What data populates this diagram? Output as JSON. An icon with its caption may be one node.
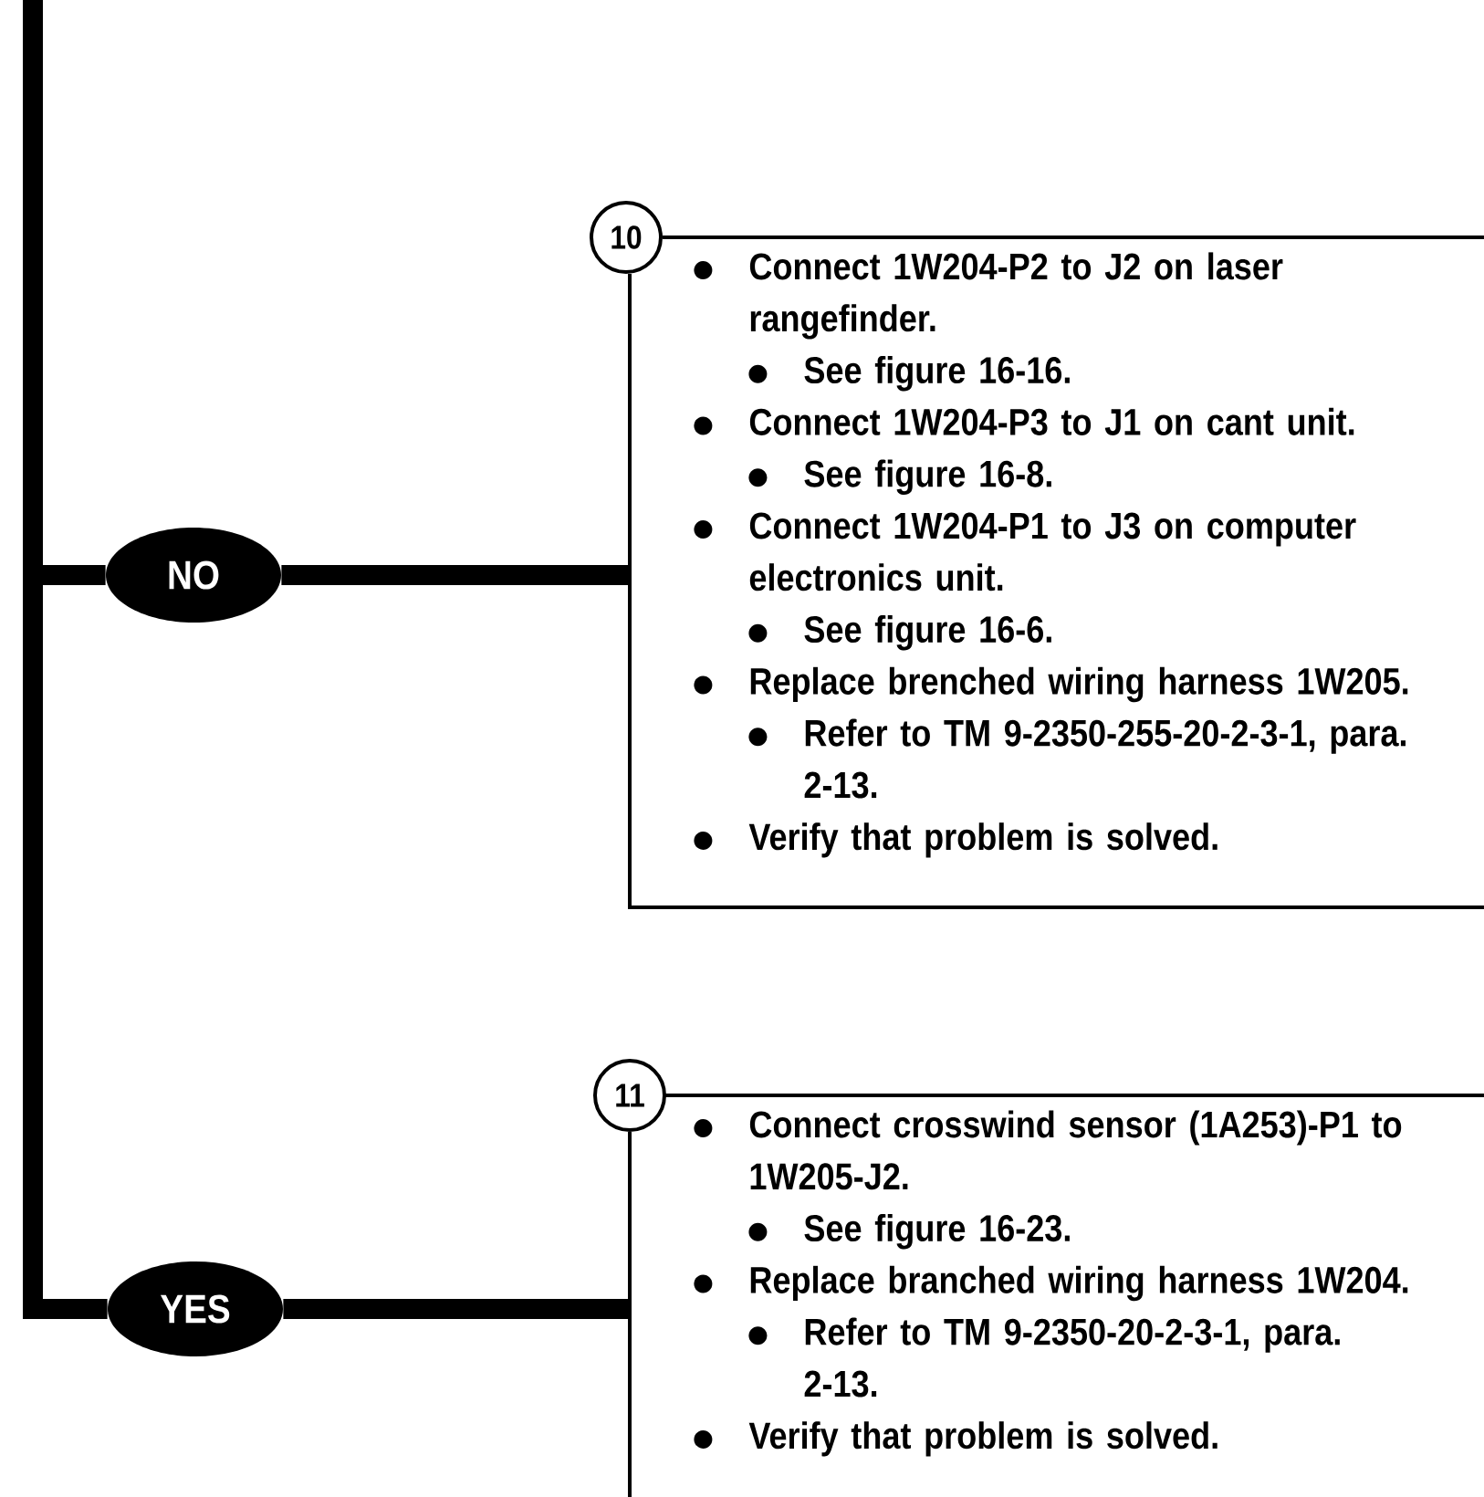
{
  "diagram": {
    "nodes": [
      {
        "text": [
          "NO"
        ]
      },
      {
        "text": [
          "10",
          "Connect 1W204-P2 to J2 on laser rangefinder.",
          "See figure 16-16.",
          "Connect 1W204-P3 to J1 on cant unit.",
          "See figure 16-8.",
          "Connect 1W204-P1 to J3 on computer electronics unit.",
          "See figure 16-6.",
          "Replace brenched wiring harness 1W205.",
          "Refer to TM 9-2350-255-20-2-3-1, para. 2-13.",
          "Verify that problem is solved."
        ]
      },
      {
        "text": [
          "YES"
        ]
      },
      {
        "text": [
          "11",
          "Connect crosswind sensor (1A253)-P1 to 1W205-J2.",
          "See figure 16-23.",
          "Replace branched wiring harness 1W204.",
          "Refer to TM 9-2350-20-2-3-1, para. 2-13.",
          "Verify that problem is solved."
        ]
      }
    ],
    "edges": [
      {
        "from": null,
        "to": 0,
        "arrow": "none"
      },
      {
        "from": null,
        "to": 2,
        "arrow": "none"
      },
      {
        "from": 0,
        "to": 1,
        "arrow": "none"
      },
      {
        "from": 2,
        "to": 3,
        "arrow": "none"
      }
    ]
  }
}
